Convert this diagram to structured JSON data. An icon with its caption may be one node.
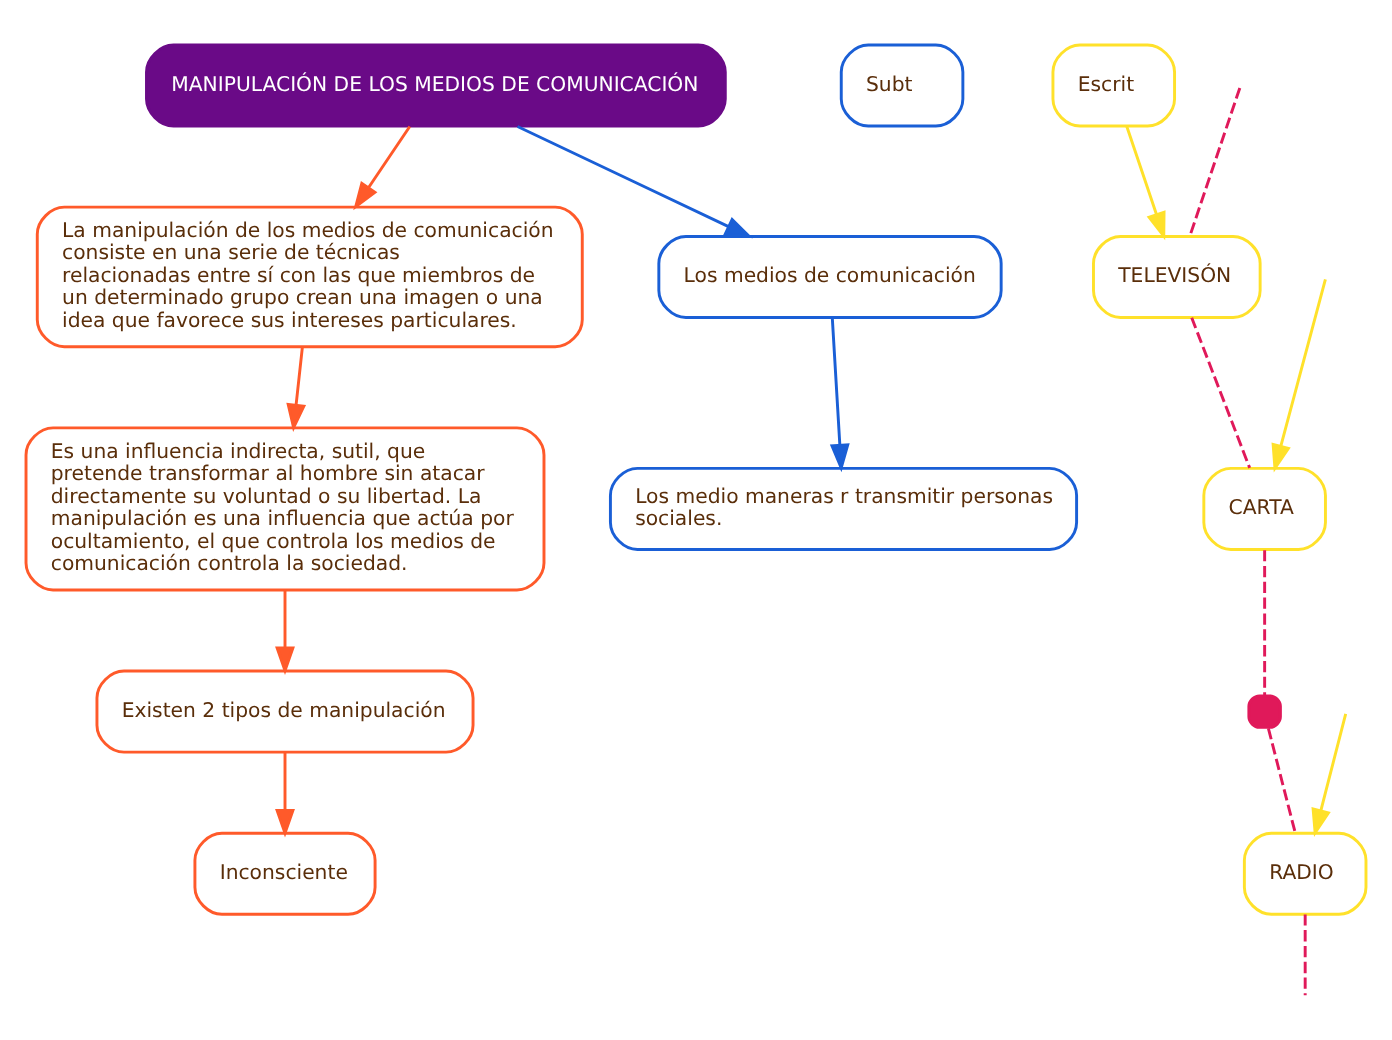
{
  "diagram": {
    "nodes": [
      {
        "text": [
          "MANIPULACIÓN DE LOS MEDIOS DE COMUNICACIÓN"
        ]
      },
      {
        "text": [
          "La manipulación de los medios de comunicación consiste en una serie de técnicas relacionadas entre sí con las que miembros de un determinado grupo crean una imagen o una idea que favorece sus intereses particulares."
        ]
      },
      {
        "text": [
          "Es una influencia indirecta, sutil, que pretende transformar al hombre sin atacar directamente su voluntad o su libertad. La manipulación es una influencia que actúa por ocultamiento, el que controla los medios de comunicación controla la sociedad."
        ]
      },
      {
        "text": [
          "Existen 2 tipos de manipulación"
        ]
      },
      {
        "text": [
          "Inconsciente"
        ]
      },
      {
        "text": [
          "Los medios de comunicación"
        ]
      },
      {
        "text": [
          "Los medio maneras r transmitir personas sociales."
        ]
      },
      {
        "text": [
          "Subt"
        ]
      },
      {
        "text": [
          "Escrit"
        ]
      },
      {
        "text": [
          "TELEVISÓN"
        ]
      },
      {
        "text": [
          "CARTA"
        ]
      },
      {
        "text": [
          "RADIO"
        ]
      },
      {
        "text": [],
        "shape": "box"
      }
    ],
    "edges": [
      {
        "from": 0,
        "to": 1,
        "arrow": "to",
        "color": "#ff5a2a"
      },
      {
        "from": 1,
        "to": 2,
        "arrow": "to",
        "color": "#ff5a2a"
      },
      {
        "from": 2,
        "to": 3,
        "arrow": "to",
        "color": "#ff5a2a"
      },
      {
        "from": 3,
        "to": 4,
        "arrow": "to",
        "color": "#ff5a2a"
      },
      {
        "from": 0,
        "to": 5,
        "arrow": "to",
        "color": "#1a5fd6"
      },
      {
        "from": 5,
        "to": 6,
        "arrow": "to",
        "color": "#1a5fd6"
      },
      {
        "from": 8,
        "to": 9,
        "arrow": "to",
        "color": "#ffe12a"
      },
      {
        "from": null,
        "to": 10,
        "arrow": "to",
        "color": "#ffe12a"
      },
      {
        "from": null,
        "to": 11,
        "arrow": "to",
        "color": "#ffe12a"
      },
      {
        "from": null,
        "to": 9,
        "arrow": "none",
        "style": "dashed",
        "color": "#e0195a"
      },
      {
        "from": 9,
        "to": 10,
        "arrow": "none",
        "style": "dashed",
        "color": "#e0195a"
      },
      {
        "from": 10,
        "to": 12,
        "arrow": "none",
        "style": "dashed",
        "color": "#e0195a"
      },
      {
        "from": 12,
        "to": 11,
        "arrow": "none",
        "style": "dashed",
        "color": "#e0195a"
      },
      {
        "from": 11,
        "to": null,
        "arrow": "none",
        "style": "dashed",
        "color": "#e0195a"
      }
    ]
  }
}
